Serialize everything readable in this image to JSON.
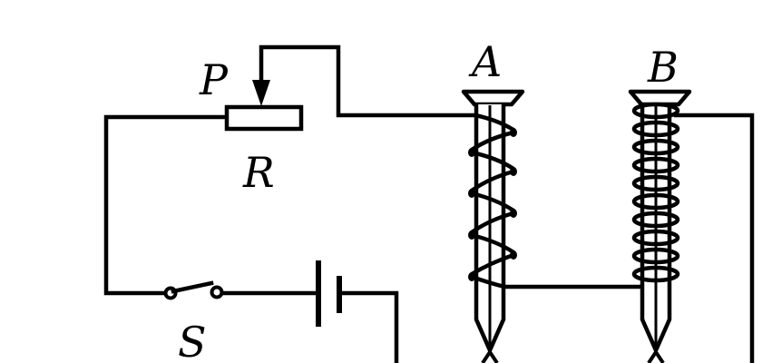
{
  "labels": {
    "slider": "P",
    "resistor": "R",
    "nail_a": "A",
    "nail_b": "B",
    "switch": "S"
  },
  "coils": {
    "a_turns": 5,
    "b_turns": 10
  }
}
